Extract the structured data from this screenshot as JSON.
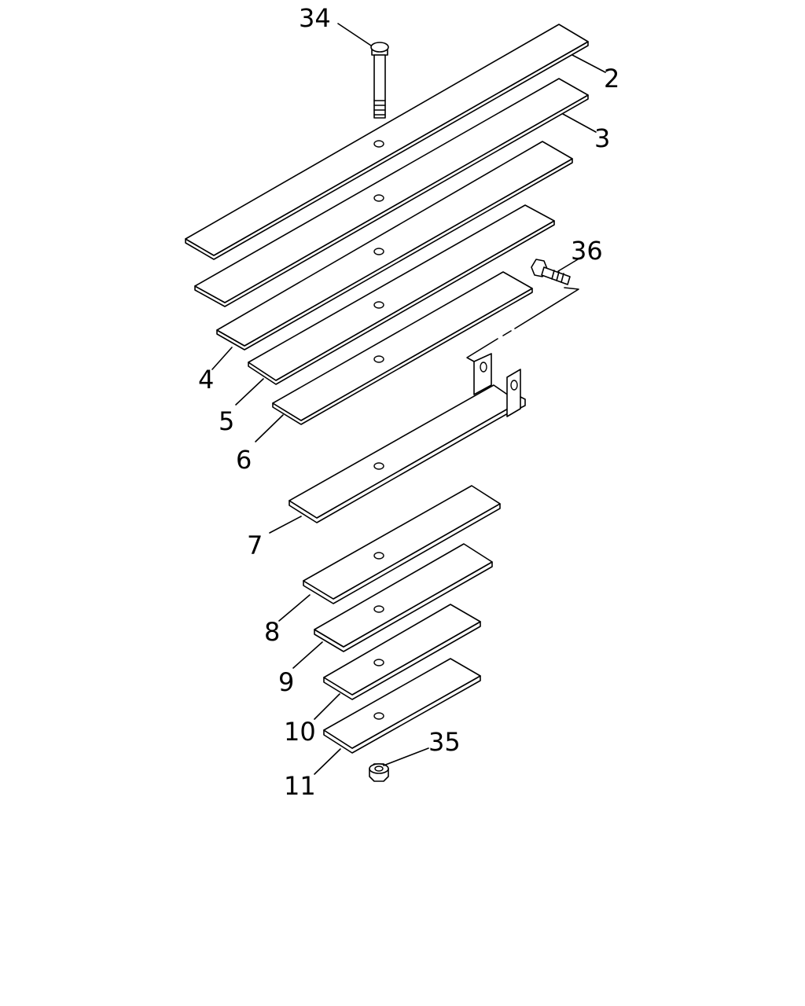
{
  "callouts": {
    "c34": "34",
    "c2": "2",
    "c3": "3",
    "c36": "36",
    "c4": "4",
    "c5": "5",
    "c6": "6",
    "c7": "7",
    "c8": "8",
    "c9": "9",
    "c10": "10",
    "c11": "11",
    "c35": "35"
  }
}
